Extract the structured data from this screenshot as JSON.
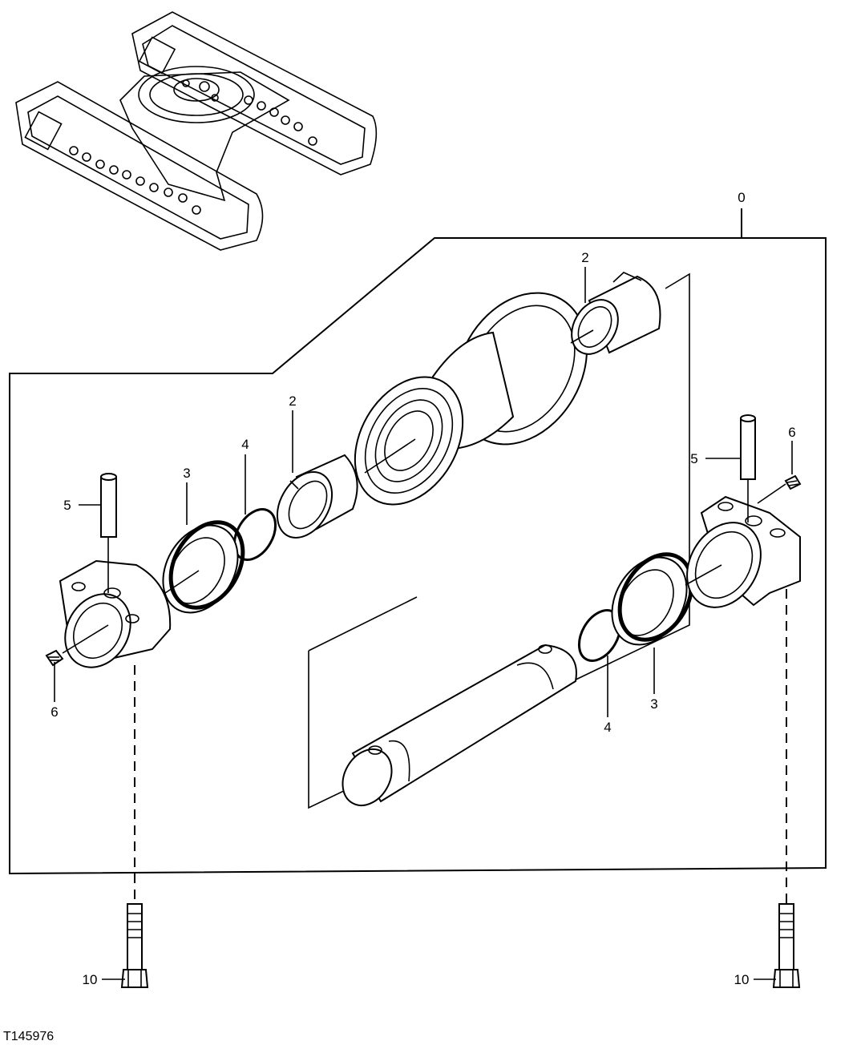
{
  "figure_id": "T145976",
  "callouts": {
    "assembly": "0",
    "bushing_upper": "2",
    "bushing_lower": "2",
    "seal_left": "3",
    "seal_right": "3",
    "oring_left": "4",
    "oring_right": "4",
    "pin_left": "5",
    "pin_right": "5",
    "plug_left": "6",
    "plug_right": "6",
    "cap_screw_left": "10",
    "cap_screw_right": "10"
  }
}
